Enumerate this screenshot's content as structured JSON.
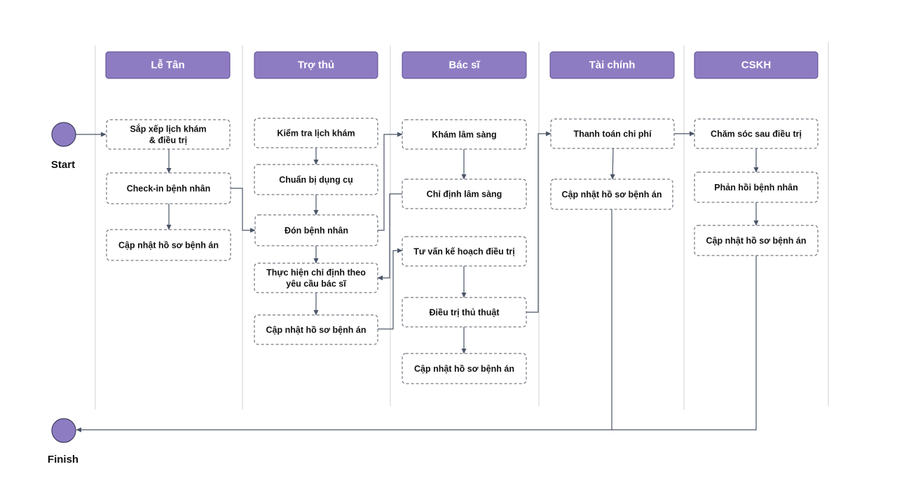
{
  "lanes": [
    {
      "id": "letan",
      "label": "Lễ Tân"
    },
    {
      "id": "trothu",
      "label": "Trợ thủ"
    },
    {
      "id": "bacsi",
      "label": "Bác sĩ"
    },
    {
      "id": "taichinh",
      "label": "Tài chính"
    },
    {
      "id": "cskh",
      "label": "CSKH"
    }
  ],
  "start": {
    "label": "Start"
  },
  "finish": {
    "label": "Finish"
  },
  "tasks": [
    {
      "id": "lt1",
      "lane": "letan",
      "lines": [
        "Sắp xếp lịch khám",
        "& điều trị"
      ]
    },
    {
      "id": "lt2",
      "lane": "letan",
      "lines": [
        "Check-in bệnh nhân"
      ]
    },
    {
      "id": "lt3",
      "lane": "letan",
      "lines": [
        "Cập nhật  hồ sơ bệnh án"
      ]
    },
    {
      "id": "tt1",
      "lane": "trothu",
      "lines": [
        "Kiểm tra lịch khám"
      ]
    },
    {
      "id": "tt2",
      "lane": "trothu",
      "lines": [
        "Chuẩn bị dụng cụ"
      ]
    },
    {
      "id": "tt3",
      "lane": "trothu",
      "lines": [
        "Đón bệnh nhân"
      ]
    },
    {
      "id": "tt4",
      "lane": "trothu",
      "lines": [
        "Thực hiện chỉ định theo",
        "yêu cầu bác sĩ"
      ]
    },
    {
      "id": "tt5",
      "lane": "trothu",
      "lines": [
        "Cập nhật  hồ sơ bệnh án"
      ]
    },
    {
      "id": "bs1",
      "lane": "bacsi",
      "lines": [
        "Khám lâm sàng"
      ]
    },
    {
      "id": "bs2",
      "lane": "bacsi",
      "lines": [
        "Chỉ định lâm sàng"
      ]
    },
    {
      "id": "bs3",
      "lane": "bacsi",
      "lines": [
        "Tư vấn kế hoạch điều trị"
      ]
    },
    {
      "id": "bs4",
      "lane": "bacsi",
      "lines": [
        "Điều trị thủ thuật"
      ]
    },
    {
      "id": "bs5",
      "lane": "bacsi",
      "lines": [
        "Cập nhật  hồ sơ bệnh án"
      ]
    },
    {
      "id": "tc1",
      "lane": "taichinh",
      "lines": [
        "Thanh toán chi phí"
      ]
    },
    {
      "id": "tc2",
      "lane": "taichinh",
      "lines": [
        "Cập nhật  hồ sơ bệnh án"
      ]
    },
    {
      "id": "ck1",
      "lane": "cskh",
      "lines": [
        "Chăm sóc sau điều trị"
      ]
    },
    {
      "id": "ck2",
      "lane": "cskh",
      "lines": [
        "Phản hồi bệnh nhân"
      ]
    },
    {
      "id": "ck3",
      "lane": "cskh",
      "lines": [
        "Cập nhật  hồ sơ bệnh án"
      ]
    }
  ],
  "edges": [
    {
      "from": "start",
      "to": "lt1"
    },
    {
      "from": "lt1",
      "to": "lt2"
    },
    {
      "from": "lt2",
      "to": "lt3"
    },
    {
      "from": "lt2",
      "to": "tt3"
    },
    {
      "from": "tt1",
      "to": "tt2"
    },
    {
      "from": "tt2",
      "to": "tt3"
    },
    {
      "from": "tt3",
      "to": "tt4"
    },
    {
      "from": "tt3",
      "to": "bs1"
    },
    {
      "from": "tt4",
      "to": "tt5"
    },
    {
      "from": "bs1",
      "to": "bs2"
    },
    {
      "from": "bs2",
      "to": "tt4"
    },
    {
      "from": "tt5",
      "to": "bs3"
    },
    {
      "from": "bs3",
      "to": "bs4"
    },
    {
      "from": "bs4",
      "to": "bs5"
    },
    {
      "from": "bs4",
      "to": "tc1"
    },
    {
      "from": "tc1",
      "to": "tc2"
    },
    {
      "from": "tc1",
      "to": "ck1"
    },
    {
      "from": "ck1",
      "to": "ck2"
    },
    {
      "from": "ck2",
      "to": "ck3"
    },
    {
      "from": "tc2",
      "to": "finish"
    },
    {
      "from": "ck3",
      "to": "finish"
    }
  ],
  "colors": {
    "header_fill": "#8e7cc3",
    "terminal_fill": "#8e7cc3",
    "task_border": "#555a66",
    "edge": "#4a5568"
  }
}
